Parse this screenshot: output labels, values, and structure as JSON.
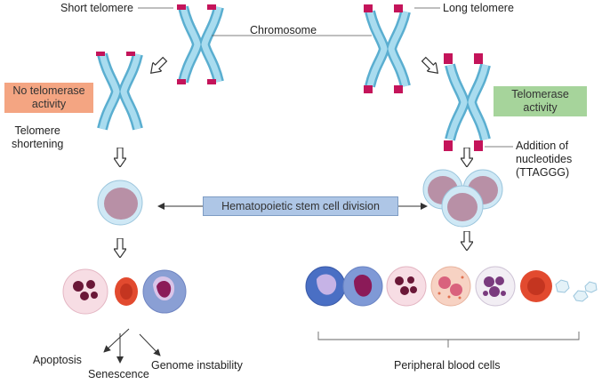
{
  "labels": {
    "short_telomere": "Short telomere",
    "long_telomere": "Long telomere",
    "chromosome": "Chromosome",
    "telomere_shortening": "Telomere\nshortening",
    "addition": "Addition of\nnucleotides\n(TTAGGG)",
    "apoptosis": "Apoptosis",
    "senescence": "Senescence",
    "genome_instability": "Genome instability",
    "peripheral": "Peripheral blood cells"
  },
  "boxes": {
    "no_telomerase": "No telomerase\nactivity",
    "telomerase": "Telomerase\nactivity",
    "hsc_division": "Hematopoietic stem cell division"
  },
  "colors": {
    "chromosome": "#8fcfe8",
    "telomere": "#c4145a",
    "no_telomerase_box": "#f4a582",
    "telomerase_box": "#a6d49b",
    "hsc_box": "#aec6e6"
  },
  "icons": [
    "chromosome-icon",
    "hematopoietic-stem-cell-icon",
    "neutrophil-icon",
    "red-blood-cell-icon",
    "monocyte-icon",
    "lymphocyte-icon",
    "eosinophil-icon",
    "basophil-icon",
    "platelet-icon"
  ]
}
